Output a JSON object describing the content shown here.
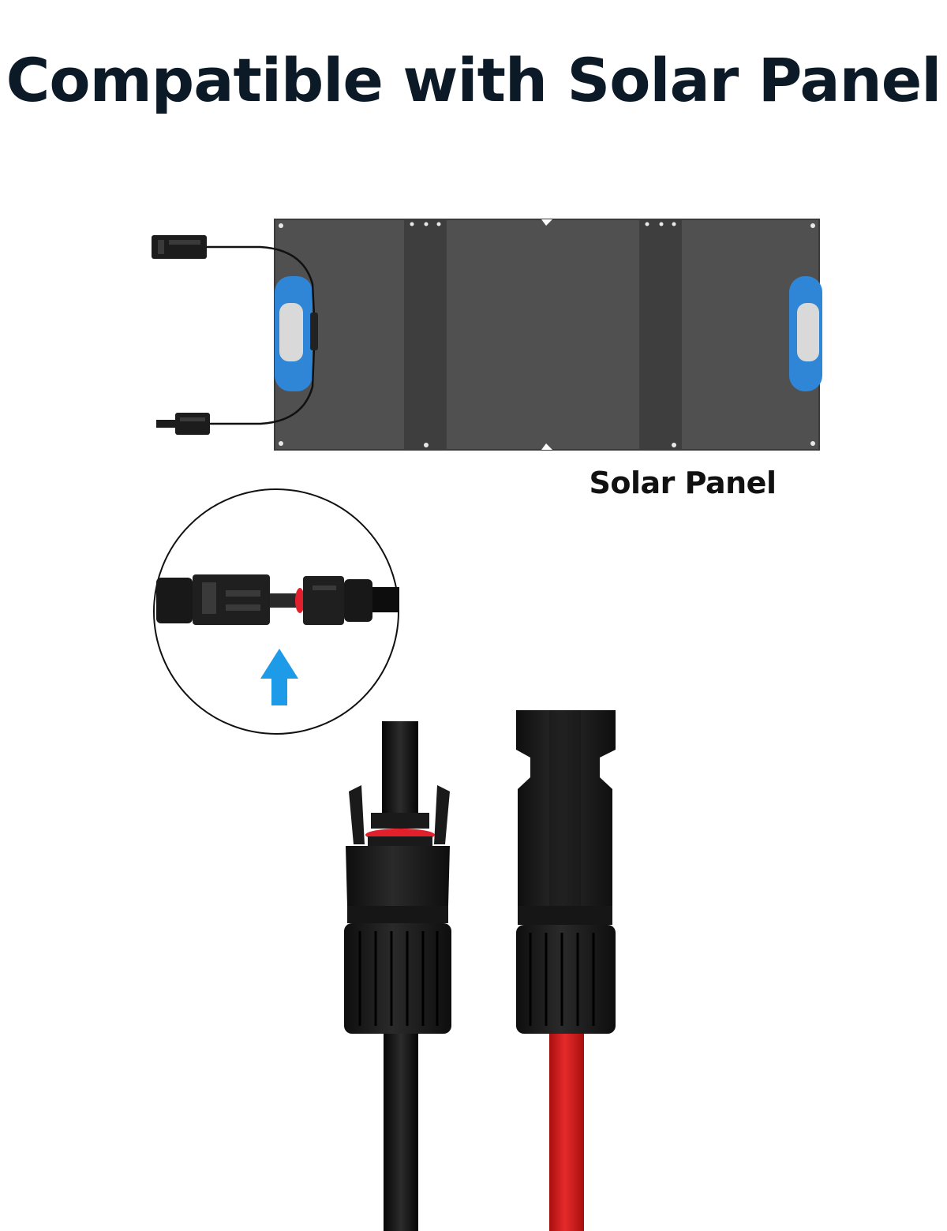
{
  "headline": "Compatible with Solar Panel",
  "panel_label": "Solar Panel",
  "colors": {
    "headline_text": "#0b1a26",
    "panel_body": "#505050",
    "panel_fold_strip": "#3e3e3e",
    "handle_blue": "#2f86d6",
    "connector_black": "#1c1c1c",
    "cable_red": "#d61f1f",
    "seal_ring_red": "#e2202b",
    "arrow_blue": "#1e9be8"
  },
  "icons": {
    "solar_panel": "solar-panel-illustration",
    "zoom_detail": "connector-zoom-circle",
    "insert_arrow": "up-arrow-icon",
    "male_connector": "mc4-male-connector",
    "female_connector": "mc4-female-connector"
  }
}
